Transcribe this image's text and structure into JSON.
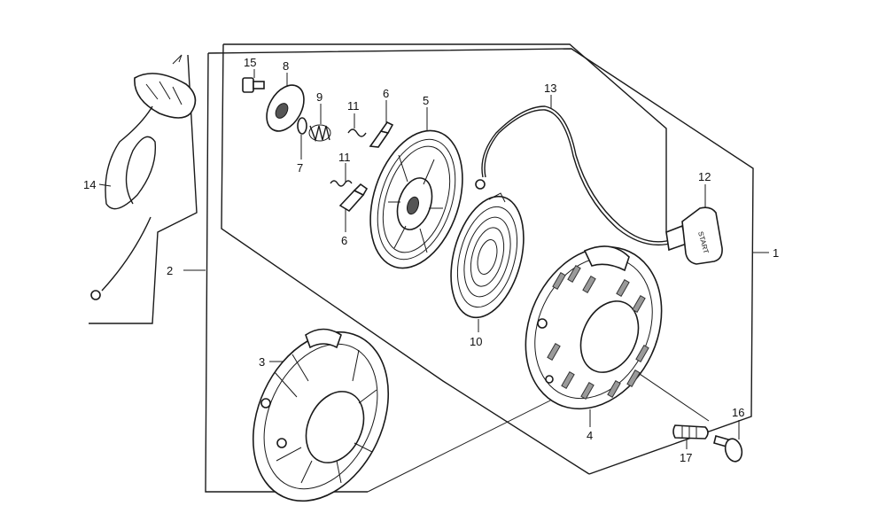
{
  "diagram": {
    "kind": "exploded parts diagram",
    "callouts": {
      "n1": "1",
      "n2": "2",
      "n3": "3",
      "n4": "4",
      "n5": "5",
      "n6a": "6",
      "n6b": "6",
      "n7": "7",
      "n8": "8",
      "n9": "9",
      "n10": "10",
      "n11a": "11",
      "n11b": "11",
      "n12": "12",
      "n13": "13",
      "n14": "14",
      "n15": "15",
      "n16": "16",
      "n17": "17"
    },
    "handle_text": "START"
  },
  "colors": {
    "line": "#1a1a1a",
    "background": "#ffffff"
  }
}
